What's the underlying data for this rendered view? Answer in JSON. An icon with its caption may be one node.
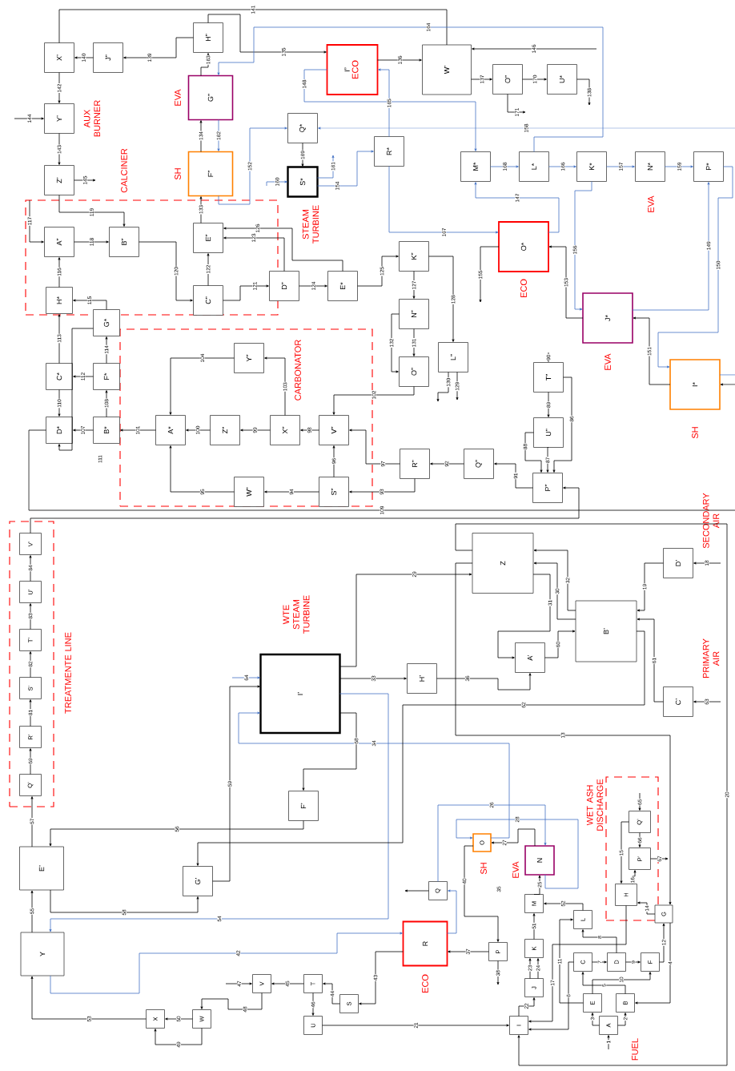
{
  "diagram": {
    "nodes": [
      {
        "text": [
          "CALCINER"
        ]
      },
      {
        "text": [
          "CARBONATOR"
        ]
      },
      {
        "text": [
          "TREATMENTE LINE"
        ]
      },
      {
        "text": [
          "WET ASH DISCHARGE"
        ]
      },
      {
        "text": [
          "X’"
        ]
      },
      {
        "text": [
          "J”"
        ]
      },
      {
        "text": [
          "H”"
        ]
      },
      {
        "text": [
          "G”"
        ],
        "beside": [
          "EVA"
        ]
      },
      {
        "text": [
          "F”"
        ],
        "beside": [
          "SH"
        ]
      },
      {
        "text": [
          "I”",
          "ECO"
        ]
      },
      {
        "text": [
          "W’"
        ]
      },
      {
        "text": [
          "O”"
        ]
      },
      {
        "text": [
          "U*"
        ]
      },
      {
        "text": [
          "Y’"
        ]
      },
      {
        "text": [
          "Z’"
        ]
      },
      {
        "text": [
          "Q*"
        ]
      },
      {
        "text": [
          "S*"
        ],
        "beside": [
          "STEAM TURBINE"
        ]
      },
      {
        "text": [
          "R*"
        ]
      },
      {
        "text": [
          "M*"
        ]
      },
      {
        "text": [
          "L*"
        ]
      },
      {
        "text": [
          "K*"
        ]
      },
      {
        "text": [
          "N*"
        ]
      },
      {
        "text": [
          "P*"
        ]
      },
      {
        "text": [
          "A”"
        ],
        "in": 0
      },
      {
        "text": [
          "B”"
        ],
        "in": 0
      },
      {
        "text": [
          "E”"
        ],
        "in": 0
      },
      {
        "text": [
          "C”"
        ],
        "in": 0
      },
      {
        "text": [
          "D”"
        ]
      },
      {
        "text": [
          "H*"
        ],
        "in": 0
      },
      {
        "text": [
          "E*"
        ]
      },
      {
        "text": [
          "K”"
        ]
      },
      {
        "text": [
          "O*"
        ],
        "beside": [
          "ECO"
        ]
      },
      {
        "text": [
          "G*"
        ]
      },
      {
        "text": [
          "N”"
        ]
      },
      {
        "text": [
          "L”"
        ]
      },
      {
        "text": [
          "J*"
        ],
        "beside": [
          "EVA"
        ]
      },
      {
        "text": [
          "C*"
        ]
      },
      {
        "text": [
          "F*"
        ]
      },
      {
        "text": [
          "Y”"
        ],
        "in": 1
      },
      {
        "text": [
          "O”"
        ]
      },
      {
        "text": [
          "T”"
        ]
      },
      {
        "text": [
          "I*"
        ],
        "beside": [
          "SH"
        ]
      },
      {
        "text": [
          "D*"
        ]
      },
      {
        "text": [
          "B*"
        ]
      },
      {
        "text": [
          "A*"
        ],
        "in": 1
      },
      {
        "text": [
          "Z”"
        ],
        "in": 1
      },
      {
        "text": [
          "X”"
        ],
        "in": 1
      },
      {
        "text": [
          "V”"
        ],
        "in": 1
      },
      {
        "text": [
          "U”"
        ]
      },
      {
        "text": [
          "R”"
        ]
      },
      {
        "text": [
          "Q”"
        ]
      },
      {
        "text": [
          "W”"
        ],
        "in": 1
      },
      {
        "text": [
          "S”"
        ],
        "in": 1
      },
      {
        "text": [
          "P”"
        ]
      },
      {
        "text": [
          "V’"
        ],
        "in": 2
      },
      {
        "text": [
          "U’"
        ],
        "in": 2
      },
      {
        "text": [
          "T’"
        ],
        "in": 2
      },
      {
        "text": [
          "S’"
        ],
        "in": 2
      },
      {
        "text": [
          "R’"
        ],
        "in": 2
      },
      {
        "text": [
          "Q’"
        ],
        "in": 2
      },
      {
        "text": [
          "Z"
        ]
      },
      {
        "text": [
          "D’"
        ],
        "beside": [
          "SECONDARY AIR"
        ]
      },
      {
        "text": [
          "I’"
        ],
        "beside": [
          "WTE STEAM TURBINE"
        ]
      },
      {
        "text": [
          "H’"
        ]
      },
      {
        "text": [
          "A’"
        ]
      },
      {
        "text": [
          "B’"
        ]
      },
      {
        "text": [
          "C’"
        ],
        "beside": [
          "PRIMARY AIR"
        ]
      },
      {
        "text": [
          "F’"
        ]
      },
      {
        "text": [
          "E’"
        ]
      },
      {
        "text": [
          "G’"
        ]
      },
      {
        "text": [
          "Q’"
        ],
        "in": 3
      },
      {
        "text": [
          "P’"
        ],
        "in": 3
      },
      {
        "text": [
          "O"
        ],
        "beside": [
          "SH"
        ]
      },
      {
        "text": [
          "N"
        ],
        "beside": [
          "EVA"
        ]
      },
      {
        "text": [
          "H"
        ],
        "in": 3
      },
      {
        "text": [
          "Q"
        ]
      },
      {
        "text": [
          "G"
        ]
      },
      {
        "text": [
          "M"
        ]
      },
      {
        "text": [
          "L"
        ]
      },
      {
        "text": [
          "Y"
        ]
      },
      {
        "text": [
          "R"
        ],
        "beside": [
          "ECO"
        ]
      },
      {
        "text": [
          "P"
        ]
      },
      {
        "text": [
          "K"
        ]
      },
      {
        "text": [
          "C"
        ]
      },
      {
        "text": [
          "D"
        ]
      },
      {
        "text": [
          "F"
        ]
      },
      {
        "text": [
          "V"
        ]
      },
      {
        "text": [
          "T"
        ]
      },
      {
        "text": [
          "J"
        ]
      },
      {
        "text": [
          "X"
        ]
      },
      {
        "text": [
          "W"
        ]
      },
      {
        "text": [
          "S"
        ]
      },
      {
        "text": [
          "E"
        ]
      },
      {
        "text": [
          "B"
        ]
      },
      {
        "text": [
          "U"
        ]
      },
      {
        "text": [
          "I"
        ]
      },
      {
        "text": [
          "A"
        ],
        "beside": [
          "FUEL"
        ]
      }
    ],
    "edges": [
      {
        "from": null,
        "to": 96,
        "label": "1",
        "arrow": "to"
      },
      {
        "from": 96,
        "to": 93,
        "label": "2",
        "arrow": "to"
      },
      {
        "from": 96,
        "to": 92,
        "label": "3",
        "arrow": "to"
      },
      {
        "from": 76,
        "to": 93,
        "label": "4",
        "arrow": "to"
      },
      {
        "from": 93,
        "to": 83,
        "label": "5",
        "arrow": "to"
      },
      {
        "from": 83,
        "to": 95,
        "label": "6",
        "arrow": "to"
      },
      {
        "from": 83,
        "to": 84,
        "label": "7",
        "arrow": "to"
      },
      {
        "from": 84,
        "to": 78,
        "label": "8",
        "arrow": "to"
      },
      {
        "from": 84,
        "to": 85,
        "label": "9",
        "arrow": "to"
      },
      {
        "from": 92,
        "to": 85,
        "label": "10",
        "arrow": "to"
      },
      {
        "from": 92,
        "to": 78,
        "label": "11",
        "arrow": "to"
      },
      {
        "from": 85,
        "to": 76,
        "label": "12",
        "arrow": "to"
      },
      {
        "from": 60,
        "to": 76,
        "label": "13",
        "arrow": "to"
      },
      {
        "from": 76,
        "to": 74,
        "label": "14",
        "arrow": "to"
      },
      {
        "from": 70,
        "to": 74,
        "label": "15",
        "arrow": "to"
      },
      {
        "from": 74,
        "to": 71,
        "label": "16",
        "arrow": "to"
      },
      {
        "from": 74,
        "to": 95,
        "label": "17",
        "arrow": "to"
      },
      {
        "from": null,
        "to": 61,
        "label": "18",
        "arrow": "to"
      },
      {
        "from": 61,
        "to": 65,
        "label": "19",
        "arrow": "to"
      },
      {
        "from": 60,
        "to": 95,
        "label": "20",
        "arrow": "to"
      },
      {
        "from": 94,
        "to": 95,
        "label": "21",
        "arrow": "to"
      },
      {
        "from": 95,
        "to": 88,
        "label": "22",
        "arrow": "to"
      },
      {
        "from": 88,
        "to": 82,
        "label": "23",
        "arrow": "to"
      },
      {
        "from": 88,
        "to": 82,
        "label": "24",
        "arrow": "to"
      },
      {
        "from": 77,
        "to": 73,
        "label": "25",
        "arrow": "to"
      },
      {
        "from": 75,
        "to": 73,
        "label": "26",
        "arrow": "to",
        "color": "#4472c4"
      },
      {
        "from": 73,
        "to": 72,
        "label": "27",
        "arrow": "to"
      },
      {
        "from": 73,
        "to": 72,
        "label": "28",
        "arrow": "to",
        "color": "#4472c4"
      },
      {
        "from": 62,
        "to": 60,
        "label": "29",
        "arrow": "to"
      },
      {
        "from": 65,
        "to": 60,
        "label": "30",
        "arrow": "to"
      },
      {
        "from": 60,
        "to": 64,
        "label": "31",
        "arrow": "to"
      },
      {
        "from": 65,
        "to": 60,
        "label": "32",
        "arrow": "to"
      },
      {
        "from": 62,
        "to": 63,
        "label": "33",
        "arrow": "to"
      },
      {
        "from": 72,
        "to": 62,
        "label": "34",
        "arrow": "to",
        "color": "#4472c4"
      },
      {
        "from": 63,
        "to": 64,
        "label": "36",
        "arrow": "to"
      },
      {
        "from": 81,
        "to": 80,
        "label": "37",
        "arrow": "to"
      },
      {
        "from": 81,
        "to": null,
        "label": "38",
        "arrow": "to"
      },
      {
        "from": 72,
        "to": 81,
        "label": "40",
        "arrow": "to"
      },
      {
        "from": 79,
        "to": 80,
        "label": "42",
        "arrow": "to",
        "color": "#4472c4"
      },
      {
        "from": 80,
        "to": 91,
        "label": "43",
        "arrow": "to"
      },
      {
        "from": 91,
        "to": 87,
        "label": "44",
        "arrow": "to"
      },
      {
        "from": 87,
        "to": 86,
        "label": "45",
        "arrow": "to"
      },
      {
        "from": 87,
        "to": 94,
        "label": "46",
        "arrow": "to"
      },
      {
        "from": null,
        "to": 86,
        "label": "47",
        "arrow": "to"
      },
      {
        "from": 86,
        "to": 90,
        "label": "48",
        "arrow": "to"
      },
      {
        "from": 90,
        "to": 89,
        "label": "49",
        "arrow": "to"
      },
      {
        "from": 90,
        "to": 89,
        "label": "50",
        "arrow": "to"
      },
      {
        "from": 82,
        "to": 77,
        "label": "51",
        "arrow": "to"
      },
      {
        "from": 78,
        "to": 77,
        "label": "52",
        "arrow": "to"
      },
      {
        "from": 89,
        "to": 79,
        "label": "53",
        "arrow": "to"
      },
      {
        "from": 62,
        "to": 79,
        "label": "54",
        "arrow": "to",
        "color": "#4472c4"
      },
      {
        "from": 79,
        "to": 68,
        "label": "55",
        "arrow": "to"
      },
      {
        "from": 67,
        "to": 68,
        "label": "56",
        "arrow": "to"
      },
      {
        "from": 68,
        "to": 59,
        "label": "57",
        "arrow": "to"
      },
      {
        "from": 68,
        "to": 69,
        "label": "58",
        "arrow": "to"
      },
      {
        "from": 69,
        "to": 62,
        "label": "59",
        "arrow": "to"
      },
      {
        "from": 64,
        "to": 65,
        "label": "60",
        "arrow": "to"
      },
      {
        "from": 66,
        "to": 65,
        "label": "61",
        "arrow": "to"
      },
      {
        "from": 65,
        "to": 69,
        "label": "62",
        "arrow": "to"
      },
      {
        "from": null,
        "to": 66,
        "label": "63",
        "arrow": "to"
      },
      {
        "from": null,
        "to": 62,
        "label": "64",
        "arrow": "to",
        "color": "#4472c4"
      },
      {
        "from": null,
        "to": 70,
        "label": "65",
        "arrow": "to"
      },
      {
        "from": 70,
        "to": 71,
        "label": "66",
        "arrow": "to"
      },
      {
        "from": 71,
        "to": null,
        "label": "67",
        "arrow": "to"
      },
      {
        "from": 62,
        "to": 67,
        "label": "68",
        "arrow": "to"
      },
      {
        "from": 59,
        "to": 58,
        "label": "69",
        "arrow": "to"
      },
      {
        "from": 58,
        "to": 57,
        "label": "81",
        "arrow": "to"
      },
      {
        "from": 57,
        "to": 56,
        "label": "82",
        "arrow": "to"
      },
      {
        "from": 56,
        "to": 55,
        "label": "83",
        "arrow": "to"
      },
      {
        "from": 55,
        "to": 54,
        "label": "84",
        "arrow": "to"
      },
      {
        "from": 40,
        "to": 53,
        "label": "86",
        "arrow": "to"
      },
      {
        "from": 48,
        "to": 53,
        "label": "87",
        "arrow": "to"
      },
      {
        "from": 48,
        "to": 53,
        "label": "88",
        "arrow": "to"
      },
      {
        "from": 40,
        "to": 48,
        "label": "89",
        "arrow": "to"
      },
      {
        "from": null,
        "to": 40,
        "label": "90",
        "arrow": "to"
      },
      {
        "from": 53,
        "to": 50,
        "label": "91",
        "arrow": "to"
      },
      {
        "from": 50,
        "to": 49,
        "label": "92",
        "arrow": "to"
      },
      {
        "from": 49,
        "to": 52,
        "label": "93",
        "arrow": "to"
      },
      {
        "from": 52,
        "to": 51,
        "label": "94",
        "arrow": "to"
      },
      {
        "from": 51,
        "to": 44,
        "label": "95",
        "arrow": "to"
      },
      {
        "from": 52,
        "to": 47,
        "label": "96",
        "arrow": "to"
      },
      {
        "from": 49,
        "to": 47,
        "label": "97",
        "arrow": "to"
      },
      {
        "from": 47,
        "to": 46,
        "label": "98",
        "arrow": "to"
      },
      {
        "from": 46,
        "to": 45,
        "label": "99",
        "arrow": "to"
      },
      {
        "from": 45,
        "to": 44,
        "label": "100",
        "arrow": "to"
      },
      {
        "from": 44,
        "to": 43,
        "label": "101",
        "arrow": "to"
      },
      {
        "from": 39,
        "to": 47,
        "label": "102",
        "arrow": "to"
      },
      {
        "from": 46,
        "to": 38,
        "label": "103",
        "arrow": "to"
      },
      {
        "from": 38,
        "to": 44,
        "label": "104",
        "arrow": "to"
      },
      {
        "from": 43,
        "to": 42,
        "label": "107",
        "arrow": "to"
      },
      {
        "from": 43,
        "to": 37,
        "label": "108",
        "arrow": "to"
      },
      {
        "from": 42,
        "to": null,
        "label": "109",
        "arrow": "none"
      },
      {
        "from": 36,
        "to": 42,
        "label": "110",
        "arrow": "to"
      },
      {
        "from": 37,
        "to": 36,
        "label": "112",
        "arrow": "to"
      },
      {
        "from": 36,
        "to": 28,
        "label": "113",
        "arrow": "to"
      },
      {
        "from": 37,
        "to": 32,
        "label": "114",
        "arrow": "to"
      },
      {
        "from": 32,
        "to": 28,
        "label": "115",
        "arrow": "to"
      },
      {
        "from": 28,
        "to": 23,
        "label": "116",
        "arrow": "to"
      },
      {
        "from": null,
        "to": 23,
        "label": "117",
        "arrow": "to"
      },
      {
        "from": 23,
        "to": 24,
        "label": "118",
        "arrow": "to"
      },
      {
        "from": 14,
        "to": 24,
        "label": "119",
        "arrow": "to"
      },
      {
        "from": 24,
        "to": 26,
        "label": "120",
        "arrow": "to"
      },
      {
        "from": 26,
        "to": 27,
        "label": "121",
        "arrow": "to"
      },
      {
        "from": 26,
        "to": 25,
        "label": "122",
        "arrow": "to"
      },
      {
        "from": 27,
        "to": 25,
        "label": "123",
        "arrow": "to"
      },
      {
        "from": 27,
        "to": 29,
        "label": "124",
        "arrow": "to"
      },
      {
        "from": 29,
        "to": 30,
        "label": "125",
        "arrow": "to"
      },
      {
        "from": 29,
        "to": 25,
        "label": "126",
        "arrow": "to"
      },
      {
        "from": 30,
        "to": 33,
        "label": "127",
        "arrow": "to"
      },
      {
        "from": 30,
        "to": 34,
        "label": "128",
        "arrow": "to"
      },
      {
        "from": 34,
        "to": null,
        "label": "129",
        "arrow": "to"
      },
      {
        "from": 34,
        "to": null,
        "label": "130",
        "arrow": "to"
      },
      {
        "from": 33,
        "to": 39,
        "label": "131",
        "arrow": "to"
      },
      {
        "from": 33,
        "to": 39,
        "label": "132",
        "arrow": "to"
      },
      {
        "from": 25,
        "to": 8,
        "label": "133",
        "arrow": "to"
      },
      {
        "from": 8,
        "to": 7,
        "label": "134",
        "arrow": "to"
      },
      {
        "from": 6,
        "to": 9,
        "label": "135",
        "arrow": "to"
      },
      {
        "from": 9,
        "to": 10,
        "label": "136",
        "arrow": "to"
      },
      {
        "from": 10,
        "to": 11,
        "label": "137",
        "arrow": "to"
      },
      {
        "from": 12,
        "to": null,
        "label": "138",
        "arrow": "to"
      },
      {
        "from": 6,
        "to": 5,
        "label": "139",
        "arrow": "to"
      },
      {
        "from": 5,
        "to": 4,
        "label": "140",
        "arrow": "to"
      },
      {
        "from": 10,
        "to": 4,
        "label": "141",
        "arrow": "none"
      },
      {
        "from": 4,
        "to": 13,
        "label": "142",
        "arrow": "to"
      },
      {
        "from": 13,
        "to": 14,
        "label": "143",
        "arrow": "to"
      },
      {
        "from": null,
        "to": 13,
        "label": "144",
        "arrow": "to"
      },
      {
        "from": 14,
        "to": null,
        "label": "145",
        "arrow": "to"
      },
      {
        "from": null,
        "to": 10,
        "label": "146",
        "arrow": "to"
      },
      {
        "from": 31,
        "to": 18,
        "label": "147",
        "arrow": "to",
        "color": "#4472c4"
      },
      {
        "from": 9,
        "to": 18,
        "label": "148",
        "arrow": "to",
        "color": "#4472c4"
      },
      {
        "from": 35,
        "to": 22,
        "label": "149",
        "arrow": "to",
        "color": "#4472c4"
      },
      {
        "from": 22,
        "to": 41,
        "label": "150",
        "arrow": "to",
        "color": "#4472c4"
      },
      {
        "from": 41,
        "to": 35,
        "label": "151",
        "arrow": "to"
      },
      {
        "from": 8,
        "to": 15,
        "label": "152",
        "arrow": "to",
        "color": "#4472c4"
      },
      {
        "from": 35,
        "to": 31,
        "label": "153",
        "arrow": "to"
      },
      {
        "from": 16,
        "to": 17,
        "label": "154",
        "arrow": "to",
        "color": "#4472c4"
      },
      {
        "from": 31,
        "to": null,
        "label": "155",
        "arrow": "to"
      },
      {
        "from": 20,
        "to": 35,
        "label": "156",
        "arrow": "to",
        "color": "#4472c4"
      },
      {
        "from": 20,
        "to": 21,
        "label": "157",
        "arrow": "to",
        "color": "#4472c4"
      },
      {
        "from": null,
        "to": 15,
        "label": "158",
        "arrow": "to",
        "color": "#4472c4"
      },
      {
        "from": 21,
        "to": 22,
        "label": "159",
        "arrow": "to",
        "color": "#4472c4"
      },
      {
        "from": null,
        "to": 16,
        "label": "160",
        "arrow": "to",
        "color": "#4472c4"
      },
      {
        "from": 16,
        "to": null,
        "label": "161",
        "arrow": "to",
        "color": "#4472c4"
      },
      {
        "from": 7,
        "to": 8,
        "label": "162",
        "arrow": "to",
        "color": "#4472c4"
      },
      {
        "from": 7,
        "to": 6,
        "label": "163",
        "arrow": "to"
      },
      {
        "from": 19,
        "to": 7,
        "label": "164",
        "arrow": "to",
        "color": "#4472c4"
      },
      {
        "from": 17,
        "to": 9,
        "label": "165",
        "arrow": "to",
        "color": "#4472c4"
      },
      {
        "from": 19,
        "to": 20,
        "label": "166",
        "arrow": "to",
        "color": "#4472c4"
      },
      {
        "from": 17,
        "to": 31,
        "label": "167",
        "arrow": "to",
        "color": "#4472c4"
      },
      {
        "from": 18,
        "to": 19,
        "label": "168",
        "arrow": "to",
        "color": "#4472c4"
      },
      {
        "from": 15,
        "to": 16,
        "label": "169",
        "arrow": "to"
      },
      {
        "from": 11,
        "to": 12,
        "label": "170",
        "arrow": "to"
      },
      {
        "from": 11,
        "to": null,
        "label": "171",
        "arrow": "to"
      },
      {
        "from": 32,
        "to": 42,
        "arrow": "to"
      },
      {
        "from": 54,
        "to": 53,
        "arrow": "to"
      },
      {
        "from": 80,
        "to": 75,
        "arrow": "to",
        "color": "#4472c4"
      },
      {
        "from": 75,
        "to": null,
        "arrow": "to"
      },
      {
        "from": null,
        "to": 41,
        "arrow": "to"
      },
      {
        "from": 41,
        "to": null,
        "arrow": "none",
        "color": "#4472c4"
      }
    ],
    "labels": [
      "AUX BURNER",
      "EVA",
      "111",
      "35"
    ]
  }
}
